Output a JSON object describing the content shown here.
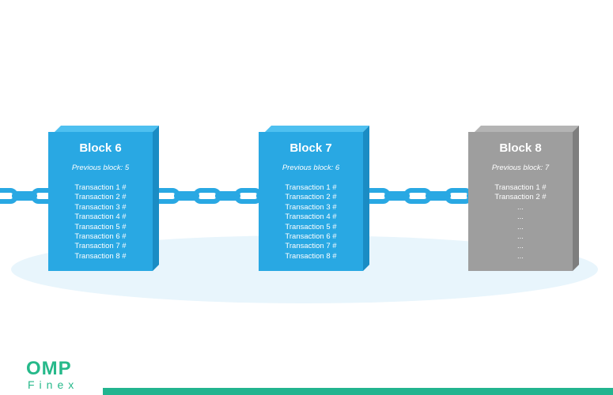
{
  "blocks": [
    {
      "title": "Block 6",
      "previous": "Previous block: 5",
      "transactions": [
        "Transaction 1 #",
        "Transaction 2 #",
        "Transaction 3 #",
        "Transaction 4 #",
        "Transaction 5 #",
        "Transaction 6 #",
        "Transaction 7 #",
        "Transaction 8 #"
      ],
      "color": "#29a8e3"
    },
    {
      "title": "Block 7",
      "previous": "Previous block: 6",
      "transactions": [
        "Transaction 1 #",
        "Transaction 2 #",
        "Transaction 3 #",
        "Transaction 4 #",
        "Transaction 5 #",
        "Transaction 6 #",
        "Transaction 7 #",
        "Transaction 8 #"
      ],
      "color": "#29a8e3"
    },
    {
      "title": "Block 8",
      "previous": "Previous block: 7",
      "transactions": [
        "Transaction 1 #",
        "Transaction 2 #",
        "...",
        "...",
        "...",
        "...",
        "...",
        "..."
      ],
      "color": "#9e9e9e"
    }
  ],
  "chain_color": "#29a8e3",
  "logo": {
    "main": "OMP",
    "sub": "Finex",
    "color": "#26b98a"
  },
  "accent_bar_color": "#22b48f"
}
